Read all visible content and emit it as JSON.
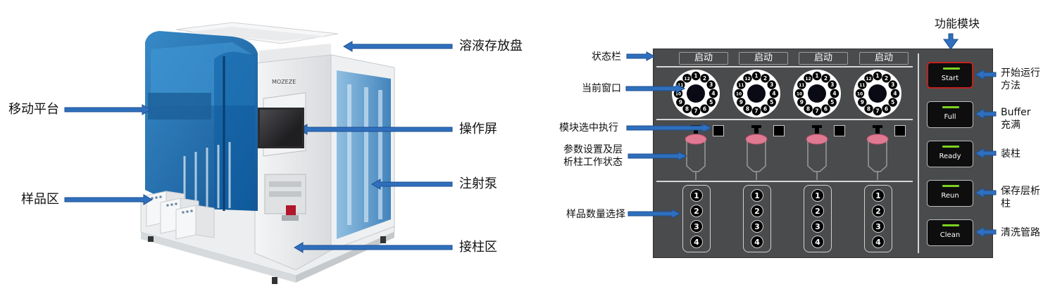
{
  "machine": {
    "brand": "MOZEZE",
    "callouts": {
      "solution_tray": "溶液存放盘",
      "mobile_platform": "移动平台",
      "screen": "操作屏",
      "sample_area": "样品区",
      "syringe_pump": "注射泵",
      "column_area": "接柱区"
    }
  },
  "panel": {
    "module_title": "功能模块",
    "left_callouts": {
      "status_bar": "状态栏",
      "current_window": "当前窗口",
      "module_exec": "模块选中执行",
      "param_setting_line1": "参数设置及层",
      "param_setting_line2": "析柱工作状态",
      "sample_select": "样品数量选择"
    },
    "status_labels": [
      "启动",
      "启动",
      "启动",
      "启动"
    ],
    "dial_numbers": [
      "1",
      "2",
      "3",
      "4",
      "5",
      "6",
      "7",
      "8",
      "9",
      "10",
      "11",
      "12"
    ],
    "sample_numbers": [
      "1",
      "2",
      "3",
      "4"
    ],
    "buttons": [
      {
        "label": "Start",
        "desc_line1": "开始运行",
        "desc_line2": "方法"
      },
      {
        "label": "Full",
        "desc_line1": "Buffer",
        "desc_line2": "充满"
      },
      {
        "label": "Ready",
        "desc_line1": "装柱",
        "desc_line2": ""
      },
      {
        "label": "Reun",
        "desc_line1": "保存层析",
        "desc_line2": "柱"
      },
      {
        "label": "Clean",
        "desc_line1": "清洗管路",
        "desc_line2": ""
      }
    ]
  },
  "colors": {
    "arrow_blue": "#2f6fbd",
    "panel_gray": "#4a4b4d",
    "led_green": "#7cd21e",
    "start_red": "#c2211d",
    "syringe_pink": "#e07a93",
    "housing_blue": "#1f6fb0"
  }
}
